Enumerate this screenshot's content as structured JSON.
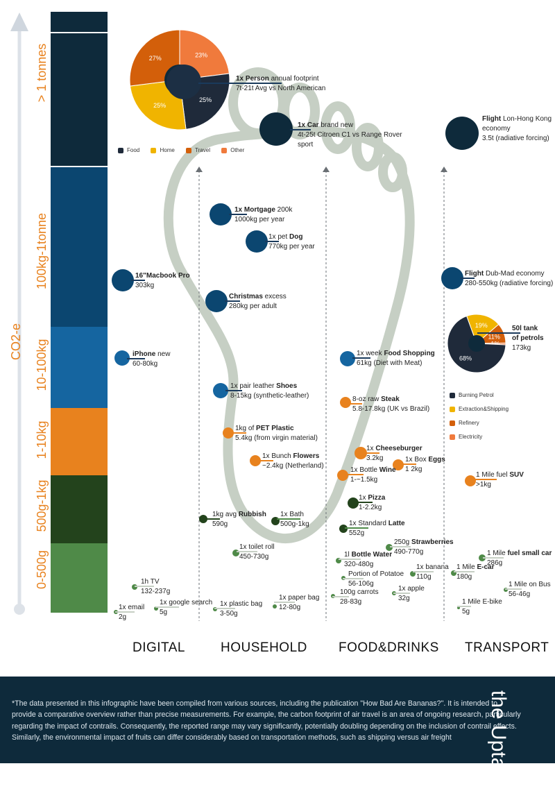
{
  "axis": {
    "label": "CO2-e"
  },
  "bands": [
    {
      "label": "> 1 tonnes",
      "color": "#0e2a3b"
    },
    {
      "label": "100kg-1tonne",
      "color": "#0b4670"
    },
    {
      "label": "10-100kg",
      "color": "#1565a0"
    },
    {
      "label": "1-10kg",
      "color": "#e8821e"
    },
    {
      "label": "500g-1kg",
      "color": "#23431c"
    },
    {
      "label": "0-500g",
      "color": "#4f8a48"
    }
  ],
  "categories": [
    "DIGITAL",
    "HOUSEHOLD",
    "FOOD&DRINKS",
    "TRANSPORT"
  ],
  "items": [
    {
      "id": "person",
      "b": "1x Person",
      "t": " annual footprint",
      "l2": "7t-21t Avg vs North American"
    },
    {
      "id": "car",
      "b": "1x Car",
      "t": "  brand new",
      "l2": "4t-25t Citroen C1 vs Range Rover",
      "l3": "sport"
    },
    {
      "id": "flight-lon-hk",
      "b": "Flight",
      "t": " Lon-Hong Kong",
      "l2": "economy",
      "l3": "3.5t (radiative forcing)"
    },
    {
      "id": "mortgage",
      "b": "1x Mortgage",
      "t": " 200k",
      "l2": "1000kg per year"
    },
    {
      "id": "dog",
      "pre": "1x pet ",
      "b": "Dog",
      "t": "",
      "l2": "770kg per year"
    },
    {
      "id": "macbook",
      "b": "16\"Macbook Pro",
      "t": "",
      "l2": "303kg"
    },
    {
      "id": "christmas",
      "b": "Christmas",
      "t": " excess",
      "l2": "280kg per adult"
    },
    {
      "id": "flight-dub-mad",
      "b": "Flight",
      "t": " Dub-Mad economy",
      "l2": "280-550kg (radiative forcing)"
    },
    {
      "id": "petrol",
      "b": "50l tank",
      "t": "",
      "l2b": "of petrols",
      "l3": "173kg"
    },
    {
      "id": "iphone",
      "b": "iPhone",
      "t": " new",
      "l2": "60-80kg"
    },
    {
      "id": "food-shopping",
      "pre": "1x week ",
      "b": "Food Shopping",
      "t": "",
      "l2": "61kg (Diet with Meat)"
    },
    {
      "id": "shoes",
      "pre": "1x pair leather ",
      "b": "Shoes",
      "t": "",
      "l2": "8-15kg (synthetic-leather)"
    },
    {
      "id": "steak",
      "pre": "8-oz raw ",
      "b": "Steak",
      "t": "",
      "l2": "5.8-17.8kg (UK vs Brazil)"
    },
    {
      "id": "pet-plastic",
      "pre": "1kg of ",
      "b": "PET Plastic",
      "t": "",
      "l2": "5.4kg (from virgin material)"
    },
    {
      "id": "flowers",
      "pre": "1x Bunch ",
      "b": "Flowers",
      "t": "",
      "l2": "~2.4kg (Netherland)"
    },
    {
      "id": "cheeseburger",
      "pre": "1x  ",
      "b": "Cheeseburger",
      "t": "",
      "l2": "3.2kg"
    },
    {
      "id": "eggs",
      "pre": "1x Box ",
      "b": "Eggs",
      "t": "",
      "l2": "1 2kg"
    },
    {
      "id": "wine",
      "pre": "1x Bottle ",
      "b": "Wine",
      "t": "",
      "l2": "1-~1.5kg"
    },
    {
      "id": "suv",
      "pre": "1 Mile fuel ",
      "b": "SUV",
      "t": "",
      "l2": ">1kg"
    },
    {
      "id": "pizza",
      "pre": "1x ",
      "b": "Pizza",
      "t": "",
      "l2": "1-2.2kg"
    },
    {
      "id": "rubbish",
      "pre": "1kg avg ",
      "b": "Rubbish",
      "t": "",
      "l2": "590g"
    },
    {
      "id": "bath",
      "pre": "1x Bath",
      "b": "",
      "t": "",
      "l2": "500g-1kg"
    },
    {
      "id": "latte",
      "pre": "1x Standard ",
      "b": "Latte",
      "t": "",
      "l2": "552g"
    },
    {
      "id": "strawberries",
      "pre": "250g ",
      "b": "Strawberries",
      "t": "",
      "l2": "490-770g"
    },
    {
      "id": "fuel-small-car",
      "pre": "1 Mile ",
      "b": "fuel small car",
      "t": "",
      "l2": "286g"
    },
    {
      "id": "toilet-roll",
      "pre": "1x toilet roll",
      "b": "",
      "t": "",
      "l2": "450-730g"
    },
    {
      "id": "bottle-water",
      "pre": "1l ",
      "b": "Bottle Water",
      "t": "",
      "l2": "320-480g"
    },
    {
      "id": "banana",
      "pre": "1x banana",
      "b": "",
      "t": "",
      "l2": "110g"
    },
    {
      "id": "e-car",
      "pre": "1 Mile ",
      "b": "E-car",
      "t": "",
      "l2": "180g"
    },
    {
      "id": "potatoe",
      "pre": "Portion of Potatoe",
      "b": "",
      "t": "",
      "l2": "56-106g"
    },
    {
      "id": "tv",
      "pre": "1h TV",
      "b": "",
      "t": "",
      "l2": "132-237g"
    },
    {
      "id": "apple",
      "pre": "1x apple",
      "b": "",
      "t": "",
      "l2": "32g"
    },
    {
      "id": "bus",
      "pre": "1 Mile on Bus",
      "b": "",
      "t": "",
      "l2": "56-46g"
    },
    {
      "id": "carrots",
      "pre": "100g carrots",
      "b": "",
      "t": "",
      "l2": "28-83g"
    },
    {
      "id": "google-search",
      "pre": "1x google search",
      "b": "",
      "t": "",
      "l2": "5g"
    },
    {
      "id": "plastic-bag",
      "pre": "1x plastic bag",
      "b": "",
      "t": "",
      "l2": "3-50g"
    },
    {
      "id": "paper-bag",
      "pre": "1x paper bag",
      "b": "",
      "t": "",
      "l2": "12-80g"
    },
    {
      "id": "email",
      "pre": "1x email",
      "b": "",
      "t": "",
      "l2": "2g"
    },
    {
      "id": "e-bike",
      "pre": "1 Mile E-bike",
      "b": "",
      "t": "",
      "l2": "5g"
    }
  ],
  "person_pie": {
    "slices": [
      {
        "name": "Food",
        "value": 25,
        "label": "25%",
        "color": "#1f2a3a"
      },
      {
        "name": "Home",
        "value": 25,
        "label": "25%",
        "color": "#f0b400"
      },
      {
        "name": "Travel",
        "value": 27,
        "label": "27%",
        "color": "#d35f0a"
      },
      {
        "name": "Other",
        "value": 23,
        "label": "23%",
        "color": "#f07a3c"
      }
    ]
  },
  "petrol_pie": {
    "slices": [
      {
        "name": "Burning Petrol",
        "value": 68,
        "label": "68%",
        "color": "#1f2a3a"
      },
      {
        "name": "Extraction&Shipping",
        "value": 19,
        "label": "19%",
        "color": "#f0b400"
      },
      {
        "name": "Refinery",
        "value": 11,
        "label": "11%",
        "color": "#d35f0a"
      },
      {
        "name": "Electricity",
        "value": 1,
        "label": "1%",
        "color": "#f07a3c"
      }
    ]
  },
  "footer": {
    "text": "*The data presented in this infographic have been compiled from various sources, including the publication \"How Bad Are Bananas?\". It is intended to provide a comparative overview rather than precise measurements. For example, the carbon footprint of air travel is an area of ongoing research, particularly regarding the impact of contrails. Consequently, the reported range may vary significantly, potentially doubling depending on the inclusion of contrail effects. Similarly, the environmental impact of fruits can differ considerably based on transportation methods, such as shipping versus air freight",
    "brand": "the Uptake"
  }
}
